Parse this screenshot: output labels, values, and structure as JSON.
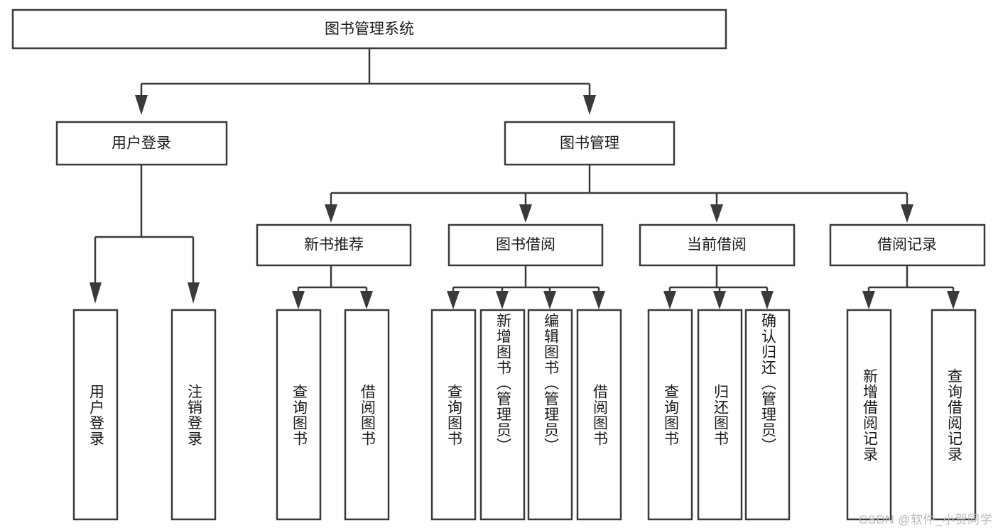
{
  "diagram": {
    "title": "图书管理系统",
    "type": "tree",
    "orientation": "top-down",
    "colors": {
      "box_stroke": "#3a3a3a",
      "box_fill": "#ffffff",
      "connector": "#3a3a3a",
      "text": "#1a1a1a",
      "background": "#ffffff",
      "watermark": "#b9b9b9"
    },
    "root": {
      "id": "root",
      "label": "图书管理系统",
      "orientation": "horizontal"
    },
    "level2": [
      {
        "id": "user-login",
        "label": "用户登录",
        "orientation": "horizontal"
      },
      {
        "id": "book-manage",
        "label": "图书管理",
        "orientation": "horizontal"
      }
    ],
    "level3": [
      {
        "id": "new-book-rec",
        "label": "新书推荐",
        "parent": "book-manage",
        "orientation": "horizontal"
      },
      {
        "id": "book-borrow",
        "label": "图书借阅",
        "parent": "book-manage",
        "orientation": "horizontal"
      },
      {
        "id": "current-borrow",
        "label": "当前借阅",
        "parent": "book-manage",
        "orientation": "horizontal"
      },
      {
        "id": "borrow-record",
        "label": "借阅记录",
        "parent": "book-manage",
        "orientation": "horizontal"
      }
    ],
    "leaves": [
      {
        "id": "leaf-user-login",
        "label": "用户登录",
        "parent": "user-login",
        "orientation": "vertical"
      },
      {
        "id": "leaf-logout",
        "label": "注销登录",
        "parent": "user-login",
        "orientation": "vertical"
      },
      {
        "id": "leaf-query-book-1",
        "label": "查询图书",
        "parent": "new-book-rec",
        "orientation": "vertical"
      },
      {
        "id": "leaf-borrow-book-1",
        "label": "借阅图书",
        "parent": "new-book-rec",
        "orientation": "vertical"
      },
      {
        "id": "leaf-query-book-2",
        "label": "查询图书",
        "parent": "book-borrow",
        "orientation": "vertical"
      },
      {
        "id": "leaf-add-book",
        "label": "新增图书（管理员）",
        "parent": "book-borrow",
        "orientation": "vertical"
      },
      {
        "id": "leaf-edit-book",
        "label": "编辑图书（管理员）",
        "parent": "book-borrow",
        "orientation": "vertical"
      },
      {
        "id": "leaf-borrow-book-2",
        "label": "借阅图书",
        "parent": "book-borrow",
        "orientation": "vertical"
      },
      {
        "id": "leaf-query-book-3",
        "label": "查询图书",
        "parent": "current-borrow",
        "orientation": "vertical"
      },
      {
        "id": "leaf-return-book",
        "label": "归还图书",
        "parent": "current-borrow",
        "orientation": "vertical"
      },
      {
        "id": "leaf-confirm-return",
        "label": "确认归还（管理员）",
        "parent": "current-borrow",
        "orientation": "vertical"
      },
      {
        "id": "leaf-add-record",
        "label": "新增借阅记录",
        "parent": "borrow-record",
        "orientation": "vertical"
      },
      {
        "id": "leaf-query-record",
        "label": "查询借阅记录",
        "parent": "borrow-record",
        "orientation": "vertical"
      }
    ],
    "watermark": "CSDN @软件_小贺同学"
  }
}
